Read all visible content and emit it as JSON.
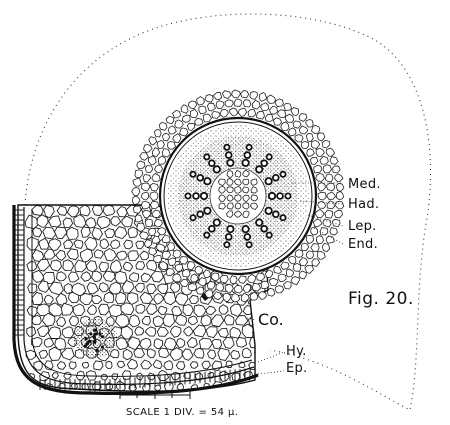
{
  "figure": {
    "title": "Fig. 20.",
    "labels": {
      "med": "Med.",
      "had": "Had.",
      "lep": "Lep.",
      "end": "End.",
      "co": "Co.",
      "hy": "Hy.",
      "ep": "Ep."
    },
    "scale": "SCALE 1 DIV. = 54 μ."
  },
  "colors": {
    "ink": "#111111",
    "paper": "#ffffff"
  }
}
